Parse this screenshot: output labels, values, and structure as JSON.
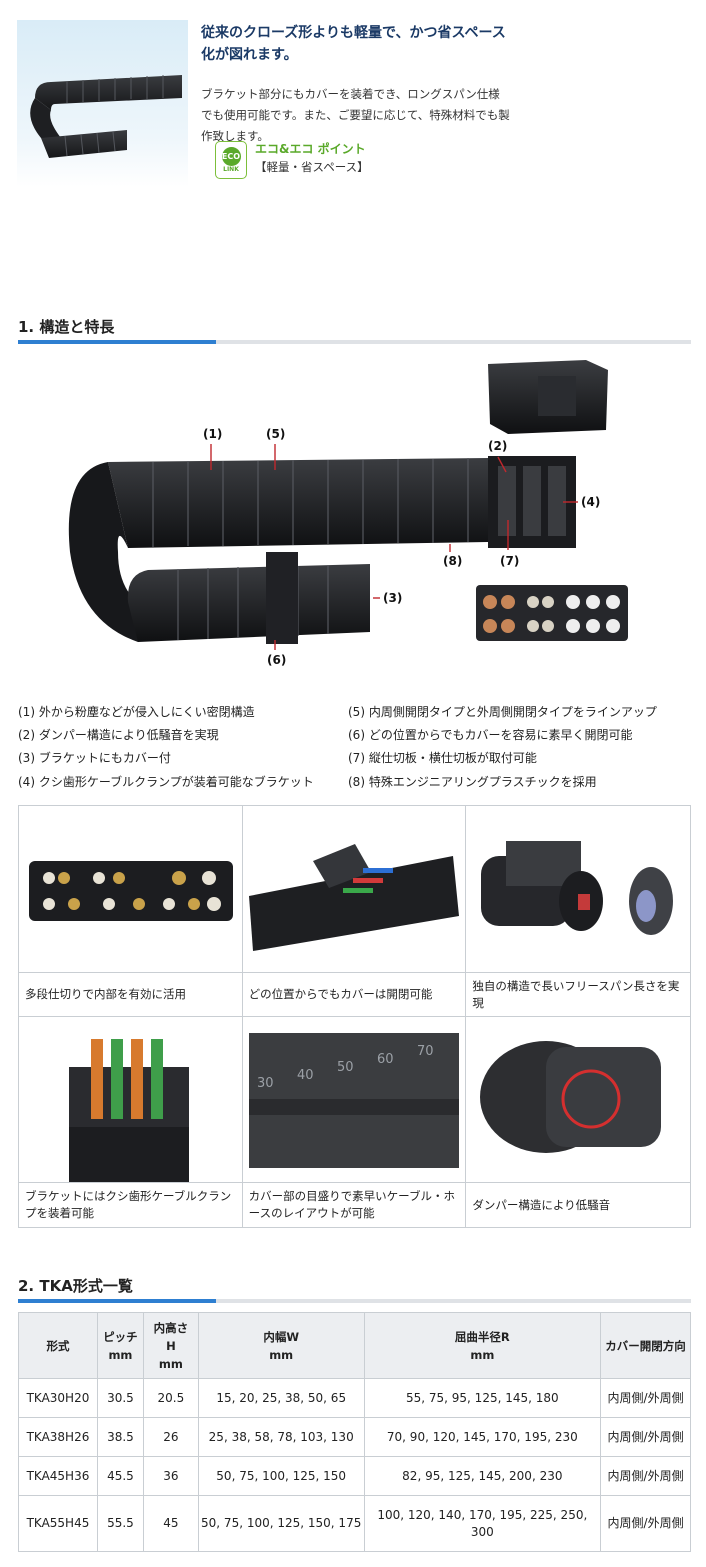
{
  "intro": {
    "lead": "従来のクローズ形よりも軽量で、かつ省スペース化が図れます。",
    "body": "ブラケット部分にもカバーを装着でき、ロングスパン仕様でも使用可能です。また、ご要望に応じて、特殊材料でも製作致します。",
    "eco_badge_top": "ECO",
    "eco_badge_bottom": "LINK",
    "eco_title": "エコ&エコ ポイント",
    "eco_sub": "【軽量・省スペース】"
  },
  "section1": {
    "title": "1. 構造と特長"
  },
  "diagram": {
    "callouts": [
      "(1)",
      "(5)",
      "(2)",
      "(4)",
      "(8)",
      "(7)",
      "(3)",
      "(6)"
    ]
  },
  "features": {
    "left": [
      "(1) 外から粉塵などが侵入しにくい密閉構造",
      "(2) ダンパー構造により低騒音を実現",
      "(3) ブラケットにもカバー付",
      "(4) クシ歯形ケーブルクランプが装着可能なブラケット"
    ],
    "right": [
      "(5) 内周側開閉タイプと外周側開閉タイプをラインアップ",
      "(6) どの位置からでもカバーを容易に素早く開閉可能",
      "(7) 縦仕切板・横仕切板が取付可能",
      "(8) 特殊エンジニアリングプラスチックを採用"
    ]
  },
  "grid": {
    "row1": [
      "多段仕切りで内部を有効に活用",
      "どの位置からでもカバーは開閉可能",
      "独自の構造で長いフリースパン長さを実現"
    ],
    "row2": [
      "ブラケットにはクシ歯形ケーブルクランプを装着可能",
      "カバー部の目盛りで素早いケーブル・ホースのレイアウトが可能",
      "ダンパー構造により低騒音"
    ],
    "scale_ticks": [
      "30",
      "40",
      "50",
      "60",
      "70"
    ]
  },
  "section2": {
    "title": "2. TKA形式一覧"
  },
  "table": {
    "headers": [
      "形式",
      "ピッチ\nmm",
      "内高さ\nH\nmm",
      "内幅W\nmm",
      "屈曲半径R\nmm",
      "カバー開閉方向"
    ],
    "rows": [
      [
        "TKA30H20",
        "30.5",
        "20.5",
        "15, 20, 25, 38, 50, 65",
        "55, 75, 95, 125, 145, 180",
        "内周側/外周側"
      ],
      [
        "TKA38H26",
        "38.5",
        "26",
        "25, 38, 58, 78, 103, 130",
        "70, 90, 120, 145, 170, 195, 230",
        "内周側/外周側"
      ],
      [
        "TKA45H36",
        "45.5",
        "36",
        "50, 75, 100, 125, 150",
        "82, 95, 125, 145, 200, 230",
        "内周側/外周側"
      ],
      [
        "TKA55H45",
        "55.5",
        "45",
        "50, 75, 100, 125, 150, 175",
        "100, 120, 140, 170, 195, 225, 250, 300",
        "内周側/外周側"
      ]
    ]
  },
  "colors": {
    "accent": "#2e7fd1",
    "heading": "#1b3a66",
    "eco": "#5aa92a",
    "callout_line": "#c0282d"
  }
}
